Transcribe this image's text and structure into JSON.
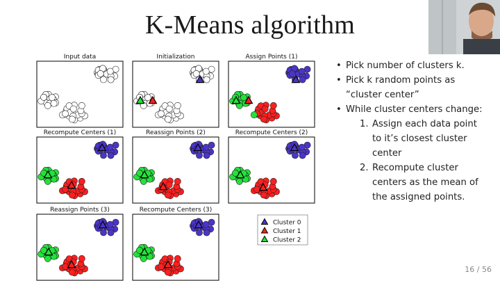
{
  "slide": {
    "title": "K-Means algorithm",
    "page_number": "16 / 56"
  },
  "panels": [
    {
      "caption": "Input data"
    },
    {
      "caption": "Initialization"
    },
    {
      "caption": "Assign Points (1)"
    },
    {
      "caption": "Recompute Centers (1)"
    },
    {
      "caption": "Reassign Points (2)"
    },
    {
      "caption": "Recompute Centers (2)"
    },
    {
      "caption": "Reassign Points (3)"
    },
    {
      "caption": "Recompute Centers (3)"
    }
  ],
  "legend": [
    {
      "label": "Cluster 0",
      "color": "#4b35c8"
    },
    {
      "label": "Cluster 1",
      "color": "#ff1f1f"
    },
    {
      "label": "Cluster 2",
      "color": "#22e23a"
    }
  ],
  "bullets": {
    "b1": "Pick number of clusters k.",
    "b2": "Pick k random points as “cluster center”",
    "b3": "While cluster centers change:",
    "sub1_num": "1.",
    "sub1": "Assign each data point to it’s closest cluster center",
    "sub2_num": "2.",
    "sub2": "Recompute cluster centers as the mean of the assigned points."
  },
  "colors": {
    "cluster0": "#4b35c8",
    "cluster1": "#ff1f1f",
    "cluster2": "#22e23a",
    "unassigned": "#ffffff"
  }
}
